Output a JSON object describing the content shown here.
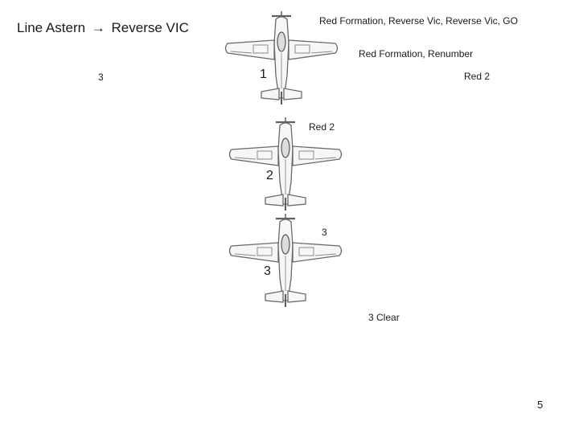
{
  "slide": {
    "title_left": "Line Astern",
    "title_arrow": "→",
    "title_right": "Reverse VIC",
    "page_number": "5"
  },
  "calls": {
    "call_1": "Red Formation, Reverse Vic, Reverse Vic, GO",
    "call_2": "Red Formation, Renumber",
    "call_3": "Red 2",
    "call_4": "Red 2",
    "call_5": "3",
    "call_6": "3 Clear"
  },
  "left_label": "3",
  "aircraft": [
    {
      "number": "1",
      "icon": "aircraft-topview-icon"
    },
    {
      "number": "2",
      "icon": "aircraft-topview-icon"
    },
    {
      "number": "3",
      "icon": "aircraft-topview-icon"
    }
  ],
  "colors": {
    "text": "#1a1a1a",
    "sketch": "#6a6a6a",
    "background": "#ffffff"
  }
}
